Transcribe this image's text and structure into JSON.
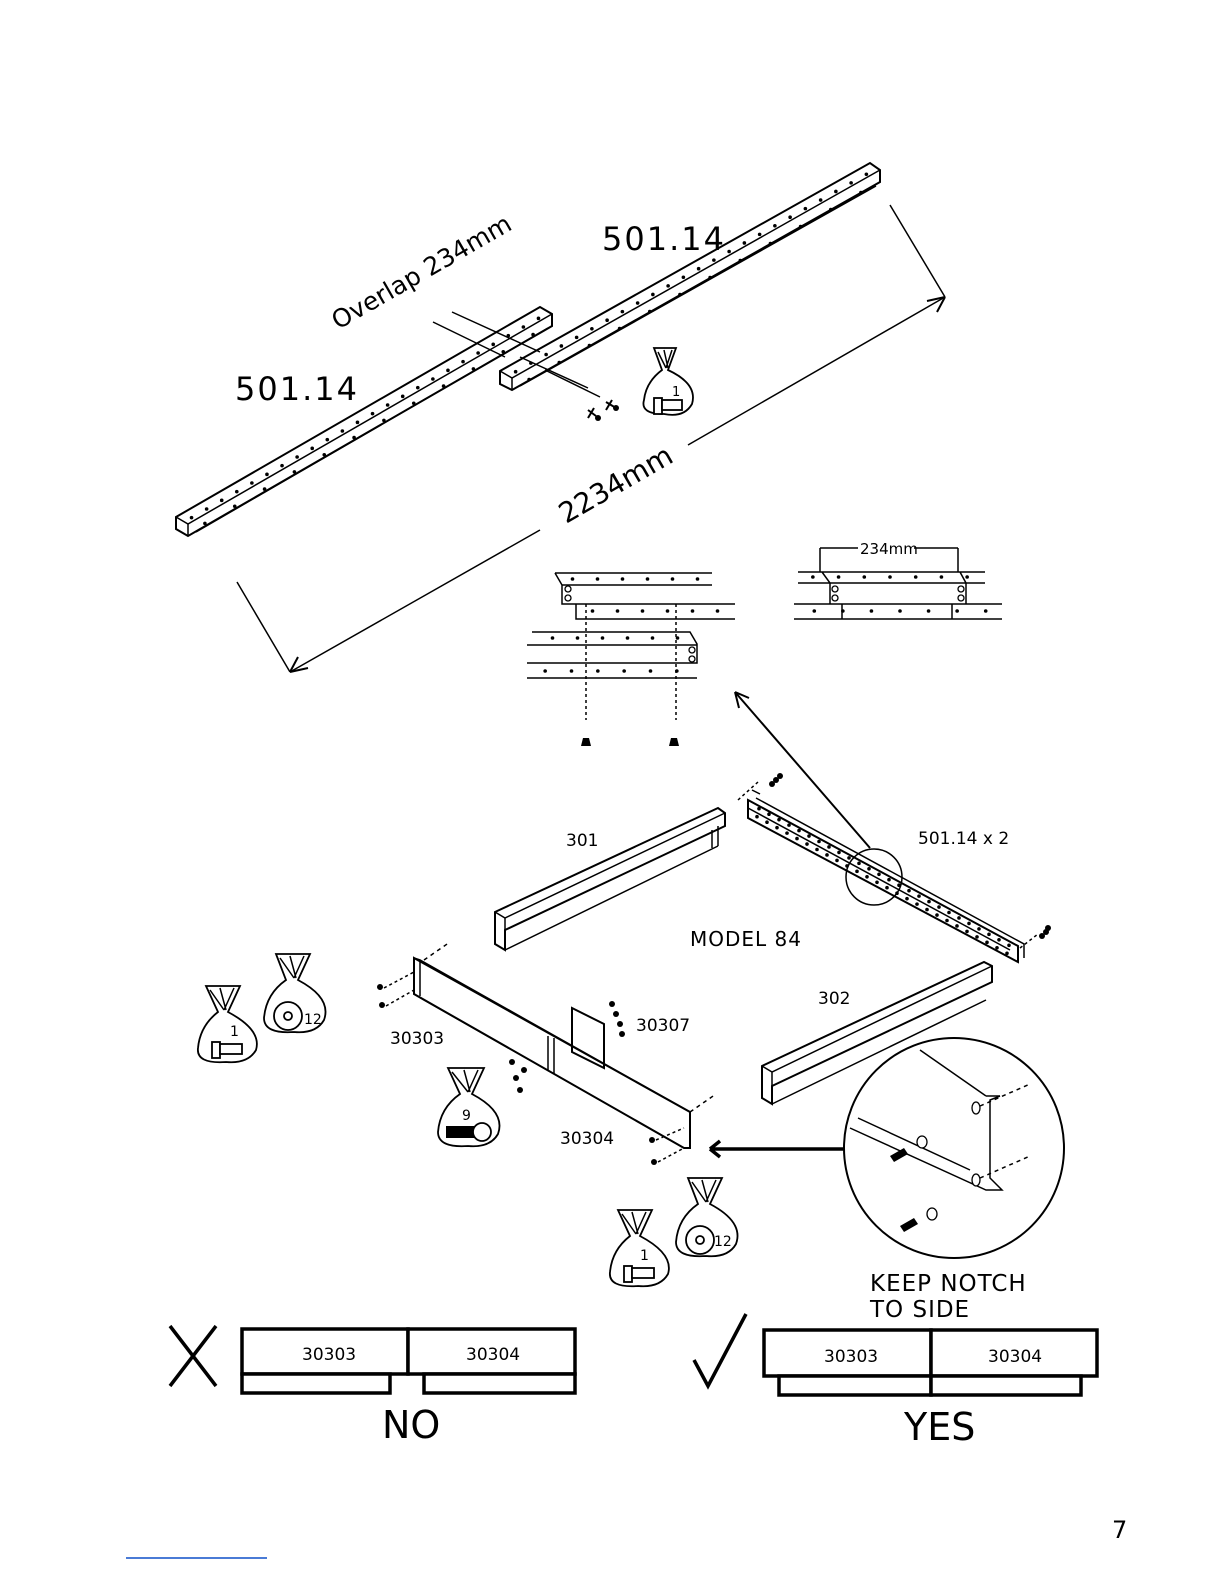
{
  "labels": {
    "rail_left": "501.14",
    "rail_right": "501.14",
    "overlap": "Overlap 234mm",
    "total_length": "2234mm",
    "detail_overlap": "234mm",
    "part_301": "301",
    "part_302": "302",
    "part_rails_x2": "501.14 x 2",
    "model": "MODEL 84",
    "part_30303": "30303",
    "part_30304": "30304",
    "part_30307": "30307",
    "keep_notch_line1": "KEEP NOTCH",
    "keep_notch_line2": "TO SIDE"
  },
  "bags": {
    "top": "1",
    "left_screw": "1",
    "left_washer": "12",
    "center_bolt": "9",
    "bottom_screw": "1",
    "bottom_washer": "12"
  },
  "comparison": {
    "wrong_left": "30303",
    "wrong_right": "30304",
    "wrong_caption": "NO",
    "right_left": "30303",
    "right_right": "30304",
    "right_caption": "YES"
  },
  "page_number": "7"
}
